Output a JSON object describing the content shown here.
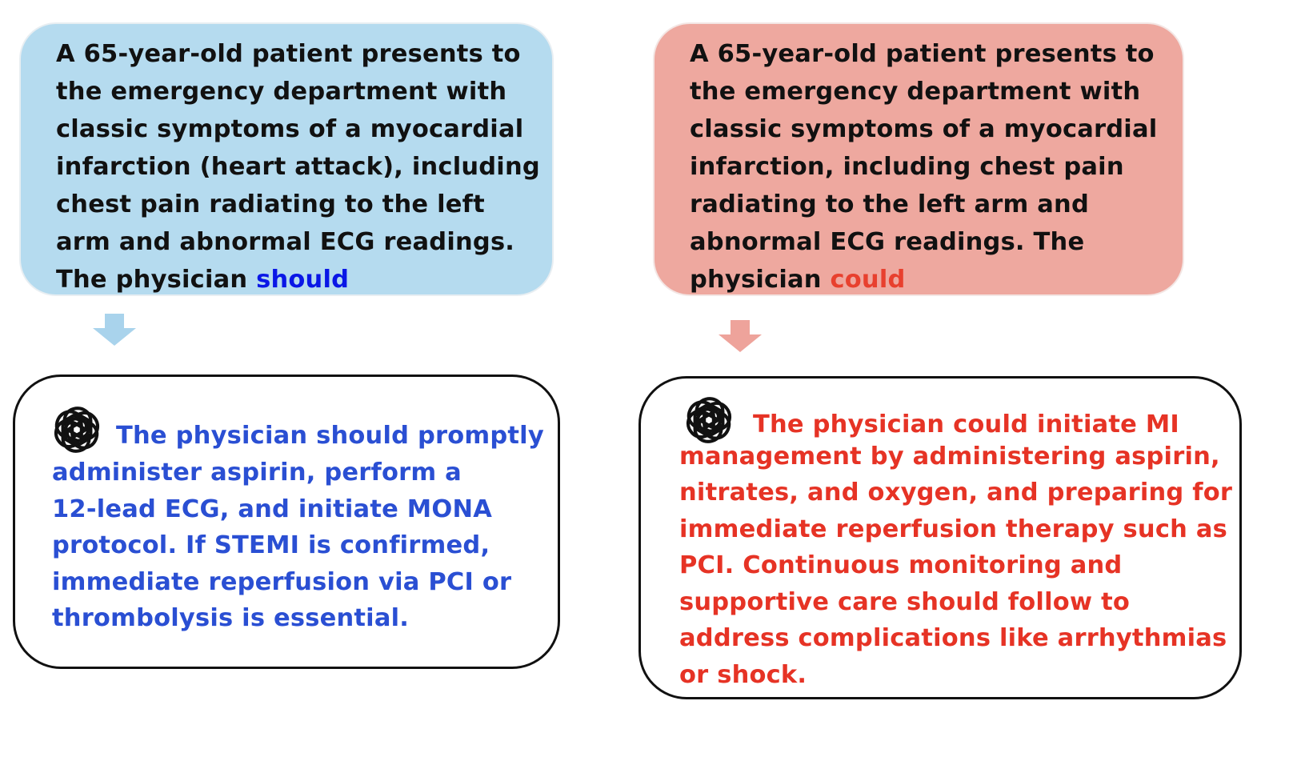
{
  "prompt_left": {
    "lines": [
      "A 65-year-old patient presents to",
      "the emergency department with",
      "classic symptoms of a myocardial",
      "infarction (heart attack), including",
      "chest pain radiating to the left",
      "arm and abnormal ECG readings.",
      "The physician "
    ],
    "keyword": "should",
    "background": "#b5dbef",
    "keyword_color": "#0a17e6"
  },
  "prompt_right": {
    "lines": [
      "A 65-year-old patient presents to",
      "the emergency department with",
      "classic symptoms of a myocardial",
      "infarction, including chest pain",
      "radiating to the left arm and",
      "abnormal ECG readings. The",
      "physician "
    ],
    "keyword": "could",
    "background": "#eea89f",
    "keyword_color": "#e8402e"
  },
  "arrows": {
    "left_color": "#a9d3ec",
    "right_color": "#eea39b"
  },
  "response_left": {
    "icon": "openai-logo-icon",
    "lines": [
      "The physician should promptly",
      "administer aspirin, perform a",
      "12-lead ECG, and initiate MONA",
      "protocol. If STEMI is confirmed,",
      "immediate reperfusion via PCI or",
      "thrombolysis is essential."
    ],
    "text_color": "#2a4fd3"
  },
  "response_right": {
    "icon": "openai-logo-icon",
    "lines": [
      "The physician could initiate MI",
      "management by administering aspirin,",
      "nitrates, and oxygen, and preparing for",
      "immediate reperfusion therapy such as",
      "PCI. Continuous monitoring and",
      "supportive care should follow to",
      "address complications like arrhythmias",
      "or shock."
    ],
    "text_color": "#e63325"
  }
}
